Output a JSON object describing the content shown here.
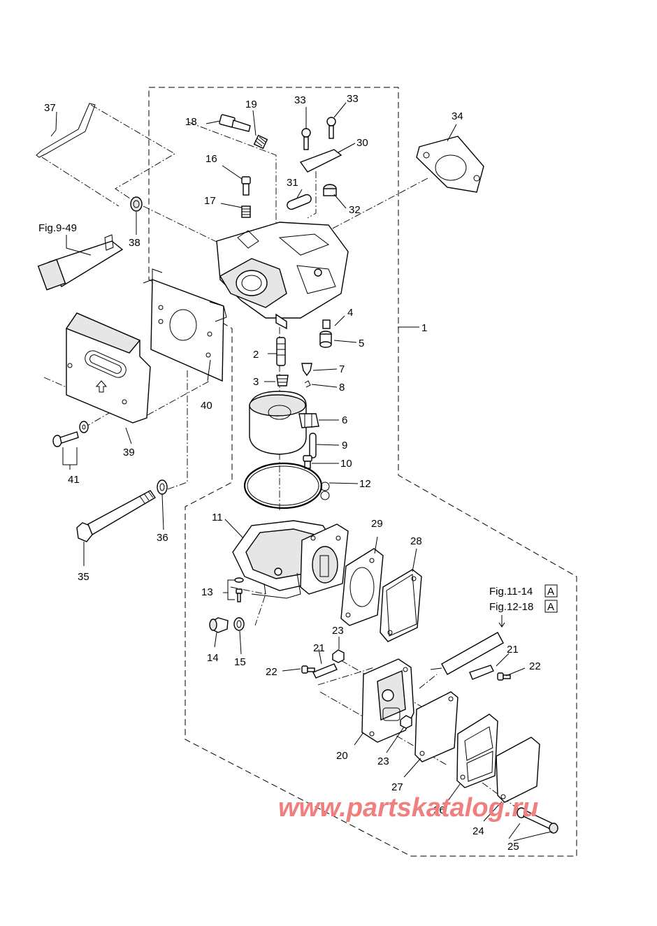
{
  "callouts": [
    {
      "id": "c1",
      "text": "1"
    },
    {
      "id": "c2",
      "text": "2"
    },
    {
      "id": "c3",
      "text": "3"
    },
    {
      "id": "c4",
      "text": "4"
    },
    {
      "id": "c5",
      "text": "5"
    },
    {
      "id": "c6",
      "text": "6"
    },
    {
      "id": "c7",
      "text": "7"
    },
    {
      "id": "c8",
      "text": "8"
    },
    {
      "id": "c9",
      "text": "9"
    },
    {
      "id": "c10",
      "text": "10"
    },
    {
      "id": "c11",
      "text": "11"
    },
    {
      "id": "c12",
      "text": "12"
    },
    {
      "id": "c13",
      "text": "13"
    },
    {
      "id": "c14",
      "text": "14"
    },
    {
      "id": "c15",
      "text": "15"
    },
    {
      "id": "c16",
      "text": "16"
    },
    {
      "id": "c17",
      "text": "17"
    },
    {
      "id": "c18",
      "text": "18"
    },
    {
      "id": "c19",
      "text": "19"
    },
    {
      "id": "c20",
      "text": "20"
    },
    {
      "id": "c21a",
      "text": "21"
    },
    {
      "id": "c21b",
      "text": "21"
    },
    {
      "id": "c22a",
      "text": "22"
    },
    {
      "id": "c22b",
      "text": "22"
    },
    {
      "id": "c23a",
      "text": "23"
    },
    {
      "id": "c23b",
      "text": "23"
    },
    {
      "id": "c24",
      "text": "24"
    },
    {
      "id": "c25",
      "text": "25"
    },
    {
      "id": "c26",
      "text": "26"
    },
    {
      "id": "c27",
      "text": "27"
    },
    {
      "id": "c28",
      "text": "28"
    },
    {
      "id": "c29",
      "text": "29"
    },
    {
      "id": "c30",
      "text": "30"
    },
    {
      "id": "c31",
      "text": "31"
    },
    {
      "id": "c32",
      "text": "32"
    },
    {
      "id": "c33a",
      "text": "33"
    },
    {
      "id": "c33b",
      "text": "33"
    },
    {
      "id": "c34",
      "text": "34"
    },
    {
      "id": "c35",
      "text": "35"
    },
    {
      "id": "c36",
      "text": "36"
    },
    {
      "id": "c37",
      "text": "37"
    },
    {
      "id": "c38",
      "text": "38"
    },
    {
      "id": "c39",
      "text": "39"
    },
    {
      "id": "c40",
      "text": "40"
    },
    {
      "id": "c41",
      "text": "41"
    }
  ],
  "figure_refs": {
    "fig949": "Fig.9-49",
    "fig1114": "Fig.11-14",
    "fig1218": "Fig.12-18",
    "box_letter": "A"
  },
  "watermark": "www.partskatalog.ru",
  "colors": {
    "ink": "#000000",
    "watermark": "#f08080",
    "paper": "#ffffff"
  }
}
